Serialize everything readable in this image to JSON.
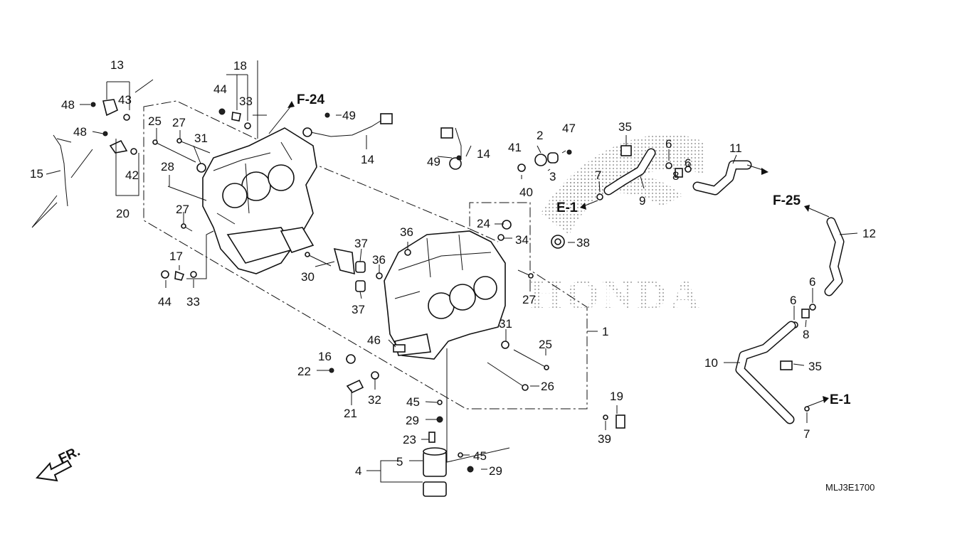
{
  "diagram": {
    "code": "MLJ3E1700",
    "watermark": "HONDA",
    "front_marker": "FR.",
    "refs": {
      "f24": "F-24",
      "f25": "F-25",
      "e1_left": "E-1",
      "e1_right": "E-1"
    },
    "callouts": {
      "c1": "1",
      "c2": "2",
      "c3": "3",
      "c4": "4",
      "c5": "5",
      "c6a": "6",
      "c6b": "6",
      "c6c": "6",
      "c6d": "6",
      "c7a": "7",
      "c7b": "7",
      "c8a": "8",
      "c8b": "8",
      "c9": "9",
      "c10": "10",
      "c11": "11",
      "c12": "12",
      "c13": "13",
      "c14a": "14",
      "c14b": "14",
      "c15": "15",
      "c16": "16",
      "c17": "17",
      "c18": "18",
      "c19": "19",
      "c20": "20",
      "c21": "21",
      "c22": "22",
      "c23": "23",
      "c24": "24",
      "c25a": "25",
      "c25b": "25",
      "c26": "26",
      "c27a": "27",
      "c27b": "27",
      "c27c": "27",
      "c28": "28",
      "c29a": "29",
      "c29b": "29",
      "c30": "30",
      "c31a": "31",
      "c31b": "31",
      "c32": "32",
      "c33a": "33",
      "c33b": "33",
      "c34": "34",
      "c35a": "35",
      "c35b": "35",
      "c36a": "36",
      "c36b": "36",
      "c37a": "37",
      "c37b": "37",
      "c38": "38",
      "c39": "39",
      "c40": "40",
      "c41": "41",
      "c42": "42",
      "c43": "43",
      "c44a": "44",
      "c44b": "44",
      "c45a": "45",
      "c45b": "45",
      "c46": "46",
      "c47": "47",
      "c48a": "48",
      "c48b": "48",
      "c49a": "49",
      "c49b": "49"
    }
  }
}
